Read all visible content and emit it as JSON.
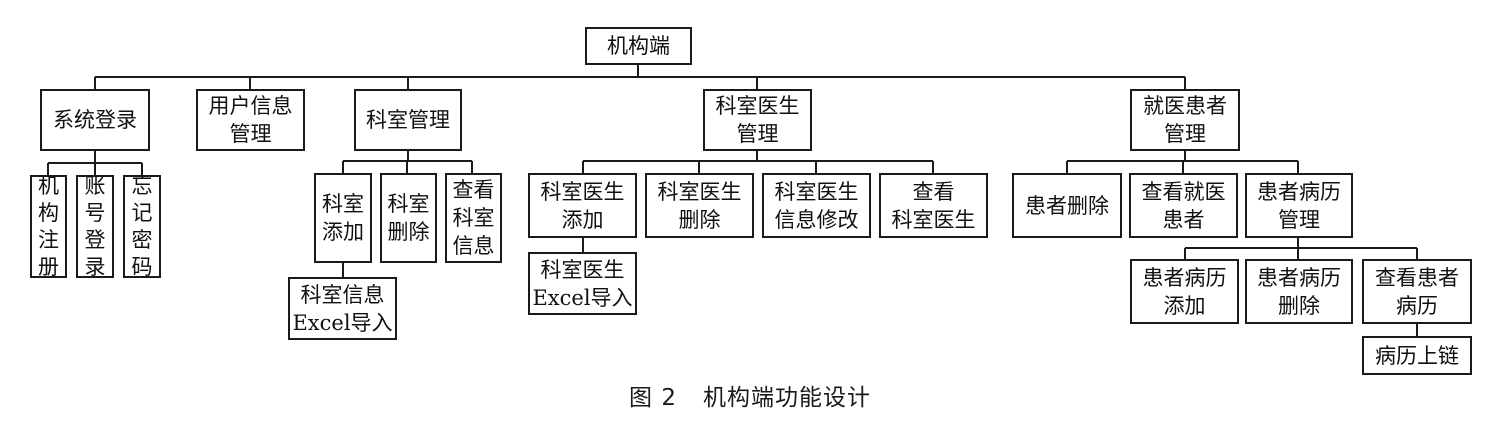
{
  "diagram": {
    "root": "机构端",
    "nodes": {
      "login": "系统登录",
      "login_register": "机\n构\n注\n册",
      "login_account": "账\n号\n登\n录",
      "login_forgot": "忘\n记\n密\n码",
      "user_info": "用户信息\n管理",
      "dept_mgmt": "科室管理",
      "dept_add": "科室\n添加",
      "dept_delete": "科室\n删除",
      "dept_view": "查看\n科室\n信息",
      "dept_excel": "科室信息\nExcel导入",
      "doctor_mgmt": "科室医生\n管理",
      "doctor_add": "科室医生\n添加",
      "doctor_delete": "科室医生\n删除",
      "doctor_edit": "科室医生\n信息修改",
      "doctor_view": "查看\n科室医生",
      "doctor_excel": "科室医生\nExcel导入",
      "patient_mgmt": "就医患者\n管理",
      "patient_delete": "患者删除",
      "patient_view": "查看就医\n患者",
      "record_mgmt": "患者病历\n管理",
      "record_add": "患者病历\n添加",
      "record_delete": "患者病历\n删除",
      "record_view": "查看患者\n病历",
      "record_chain": "病历上链"
    }
  },
  "caption": {
    "figure": "图 2",
    "title": "机构端功能设计"
  }
}
